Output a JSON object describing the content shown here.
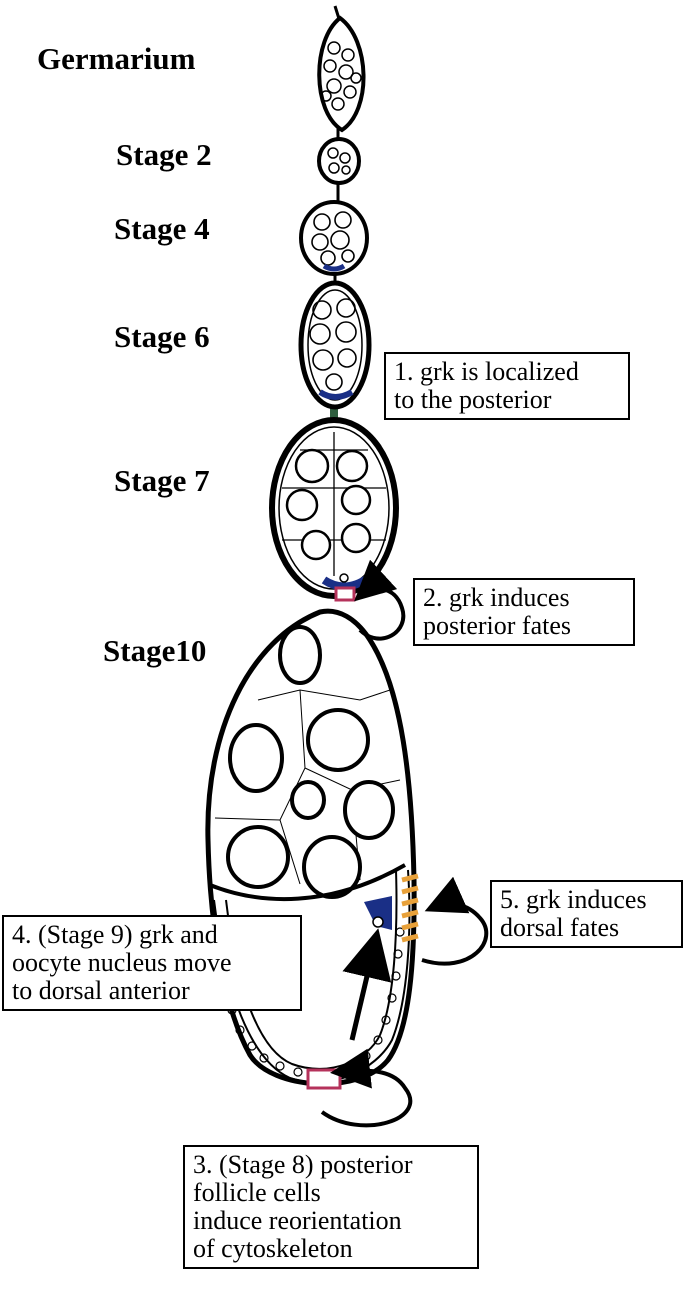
{
  "stages": {
    "germarium": "Germarium",
    "stage2": "Stage 2",
    "stage4": "Stage 4",
    "stage6": "Stage 6",
    "stage7": "Stage 7",
    "stage10": "Stage10"
  },
  "notes": {
    "n1": [
      "1. grk is localized",
      "to the posterior"
    ],
    "n2": [
      "2. grk induces",
      "posterior fates"
    ],
    "n3": [
      "3. (Stage 8) posterior",
      "follicle cells",
      "induce reorientation",
      "of cytoskeleton"
    ],
    "n4": [
      "4. (Stage 9) grk and",
      "oocyte nucleus move",
      "to dorsal anterior"
    ],
    "n5": [
      "5. grk induces",
      "dorsal fates"
    ]
  },
  "colors": {
    "grk": "#1a2f86",
    "posterior_follicle": "#b5325b",
    "dorsal_follicle": "#e8a13a",
    "stalk": "#2e5e3e"
  }
}
